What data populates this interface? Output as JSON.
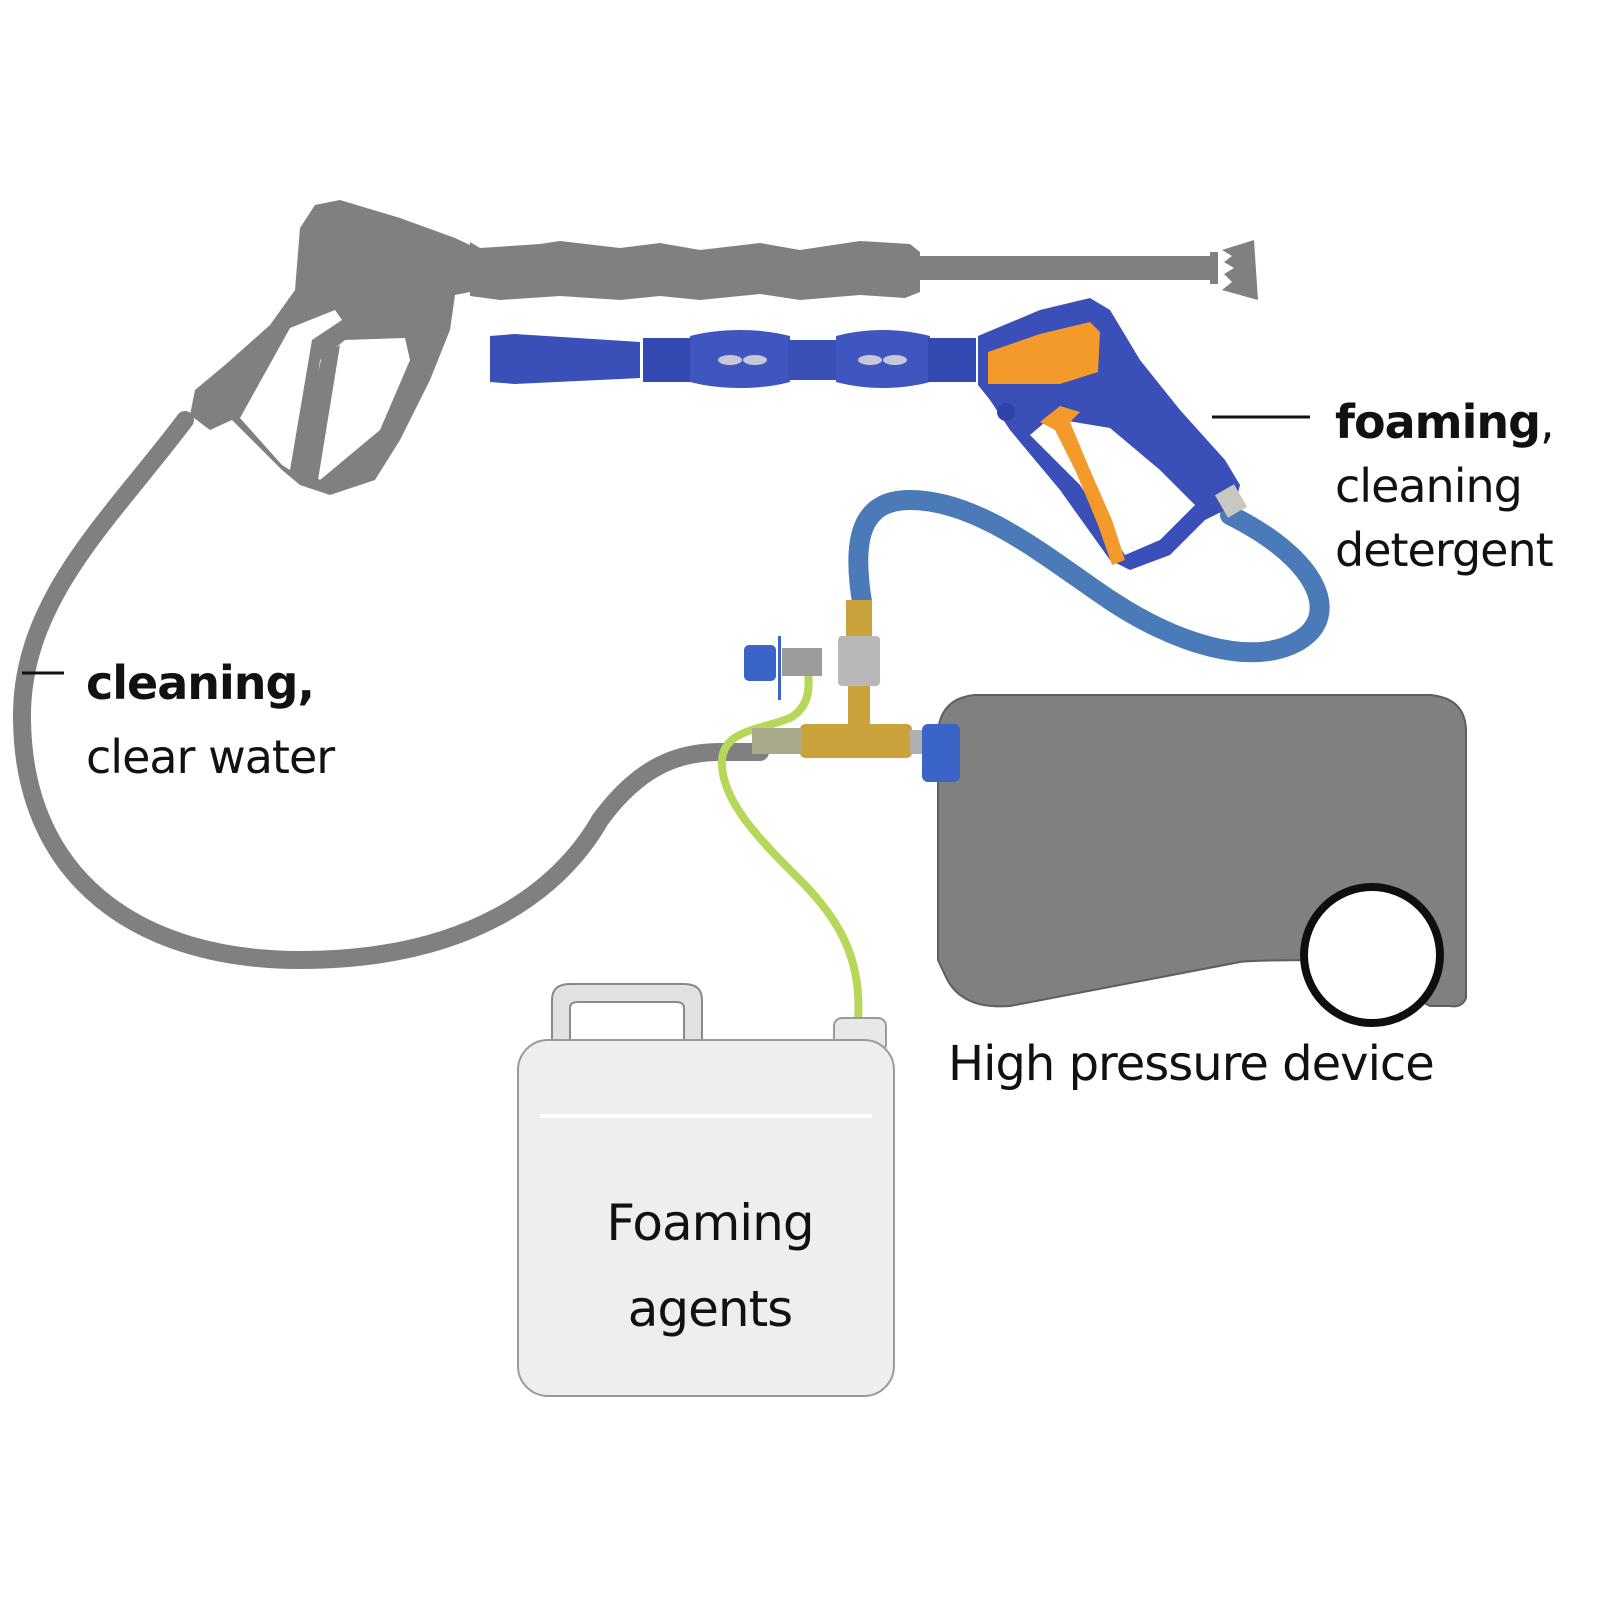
{
  "diagram": {
    "title": "Foam injector setup with high pressure cleaner",
    "colors": {
      "background": "#ffffff",
      "gray_equipment": "#808080",
      "blue_gun": "#3b4fb8",
      "blue_hose": "#4a7ab8",
      "orange_trigger": "#f39a2a",
      "green_suction_hose": "#b5d85a",
      "brass_fitting": "#c9a23c",
      "steel_fitting": "#b8b8b8",
      "blue_coupling": "#3a64c8",
      "tank_white": "#eeeeee",
      "text": "#111111"
    },
    "labels": {
      "foam_gun": {
        "line1_bold": "foaming",
        "line1_suffix": ",",
        "line2": "cleaning",
        "line3": "detergent"
      },
      "standard_gun": {
        "line1_bold": "cleaning,",
        "line2": "clear water"
      },
      "device": "High pressure device",
      "tank": {
        "line1": "Foaming",
        "line2": "agents"
      }
    },
    "components": [
      "standard-spray-gun",
      "foam-spray-gun",
      "gray-high-pressure-hose",
      "blue-hose",
      "green-suction-hose",
      "t-connector-foam-injector",
      "high-pressure-device",
      "foaming-agent-tank"
    ]
  }
}
